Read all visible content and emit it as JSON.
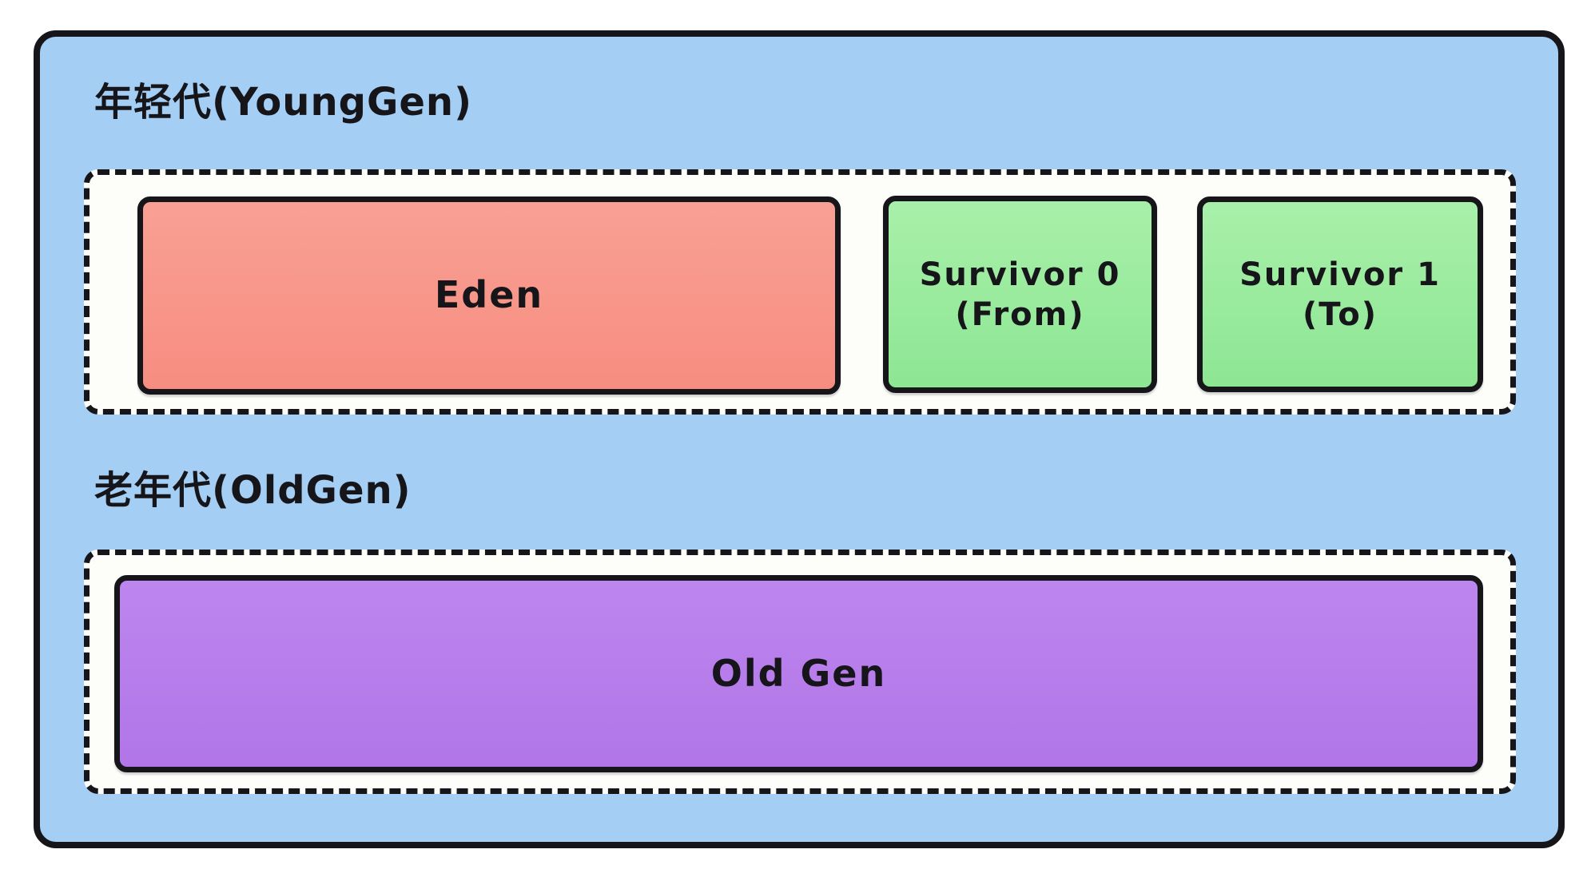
{
  "colors": {
    "canvas-bg": "#ffffff",
    "heap-bg": "#a5cef5",
    "region-bg": "#fdfdfa",
    "eden-bg-top": "#f9a094",
    "eden-bg-bottom": "#f78d81",
    "survivor-bg-top": "#a8f0aa",
    "survivor-bg-bottom": "#8de693",
    "old-bg-top": "#bd86ee",
    "old-bg-bottom": "#b175e8",
    "ink": "#15151a"
  },
  "young_gen": {
    "title": "年轻代(YoungGen)",
    "eden": {
      "label": "Eden"
    },
    "survivor0": {
      "line1": "Survivor 0",
      "line2": "(From)"
    },
    "survivor1": {
      "line1": "Survivor 1",
      "line2": "(To)"
    }
  },
  "old_gen": {
    "title": "老年代(OldGen)",
    "old_space": {
      "label": "Old Gen"
    }
  }
}
